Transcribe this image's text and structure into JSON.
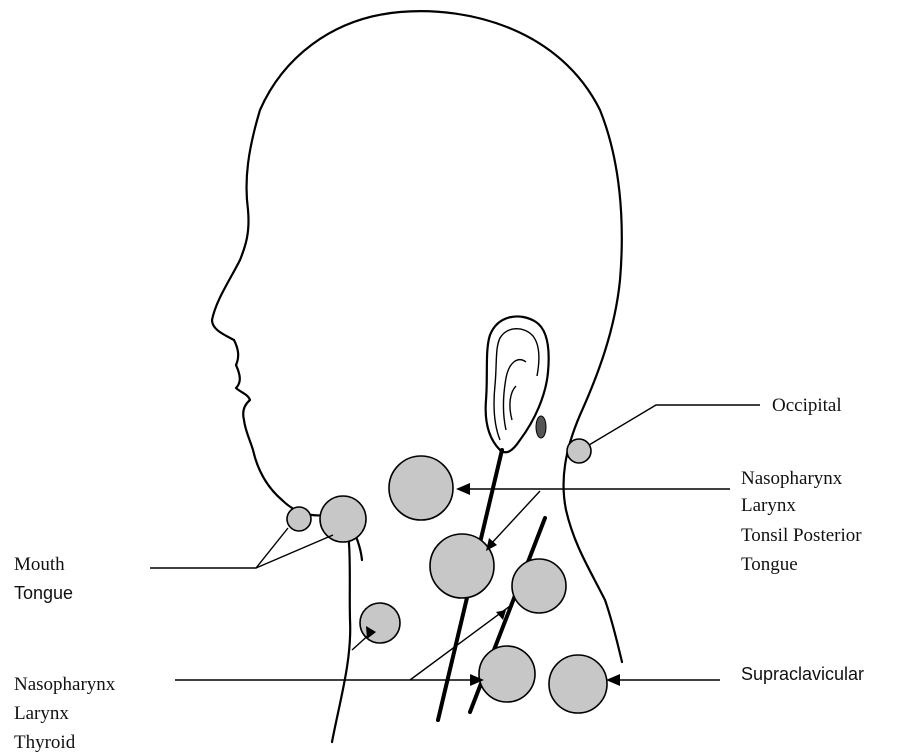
{
  "labels": {
    "occipital": "Occipital",
    "right_group": [
      "Nasopharynx",
      "Larynx",
      "Tonsil Posterior",
      "Tongue"
    ],
    "mouth": "Mouth",
    "tongue": "Tongue",
    "bottom_left_group": [
      "Nasopharynx",
      "Larynx",
      "Thyroid"
    ],
    "supraclavicular": "Supraclavicular"
  },
  "colors": {
    "node_fill": "#c7c7c7",
    "stroke": "#000000",
    "background": "#ffffff"
  }
}
